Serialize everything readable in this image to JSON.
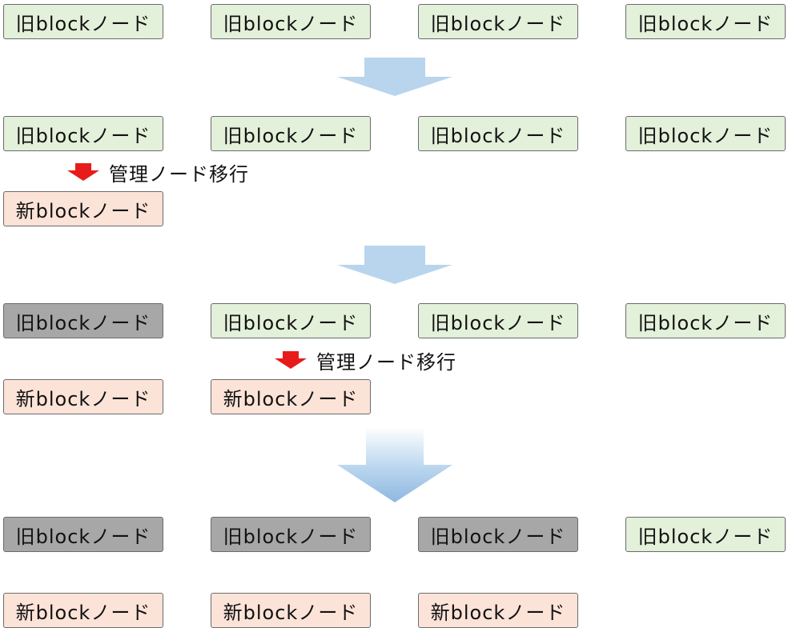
{
  "labels": {
    "old_node": "旧blockノード",
    "new_node": "新blockノード",
    "migrate_manager": "管理ノード移行"
  },
  "colors": {
    "old_fill": "#e3f0da",
    "new_fill": "#fce3d8",
    "migrated_fill": "#a7a7a7",
    "step_arrow": "#b9d5ee",
    "migrate_arrow": "#e81b1b"
  },
  "icons": {
    "step_arrow": "down-arrow-icon",
    "migrate_arrow": "red-down-arrow-icon"
  }
}
